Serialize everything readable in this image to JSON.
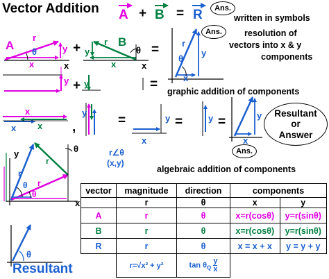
{
  "title": "Vector Addition",
  "symbols": {
    "a": "A",
    "plus": "+",
    "b": "B",
    "eq": "=",
    "r": "R",
    "ans": "Ans.",
    "written": "written in symbols"
  },
  "row1": {
    "a_label": "A",
    "r": "r",
    "theta": "θ",
    "y": "y",
    "x": "x",
    "plus": "+",
    "b_label": "B",
    "eq": "=",
    "ans": "Ans.",
    "resolution": [
      "resolution of",
      "vectors into x & y",
      "components"
    ]
  },
  "row2": {
    "y": "y",
    "plus": "+",
    "eq": "=",
    "caption": "graphic addition of components"
  },
  "row3": {
    "x": "x",
    "comma": ",",
    "y": "y",
    "eq": "=",
    "resultant": [
      "Resultant",
      "or",
      "Answer"
    ],
    "ans": "Ans.",
    "polar": "r∠θ",
    "xy": "(x,y)"
  },
  "algebraic_caption": "algebraic addition of components",
  "resultant_label": "Resultant",
  "table": {
    "headers": {
      "vector": "vector",
      "magnitude": "magnitude",
      "direction": "direction",
      "components": "components"
    },
    "subheaders": {
      "magnitude": "r",
      "direction": "θ",
      "x": "x",
      "y": "y"
    },
    "rows": [
      {
        "vector": "A",
        "magnitude": "r",
        "direction": "θ",
        "x": "x=r(cosθ)",
        "y": "y=r(sinθ)"
      },
      {
        "vector": "B",
        "magnitude": "r",
        "direction": "θ",
        "x": "x=r(cosθ)",
        "y": "y=r(sinθ)"
      },
      {
        "vector": "R",
        "magnitude": "r",
        "direction": "θ",
        "x": "x = x + x",
        "y": "y = y + y"
      }
    ],
    "formula_r": "r=√x² + y²",
    "formula_tan": "tan θ",
    "formula_tan_sub": "Q",
    "formula_frac_num": "y",
    "formula_frac_den": "x"
  },
  "colors": {
    "magenta": "#e000e0",
    "green": "#008040",
    "blue": "#1a5fd0"
  }
}
